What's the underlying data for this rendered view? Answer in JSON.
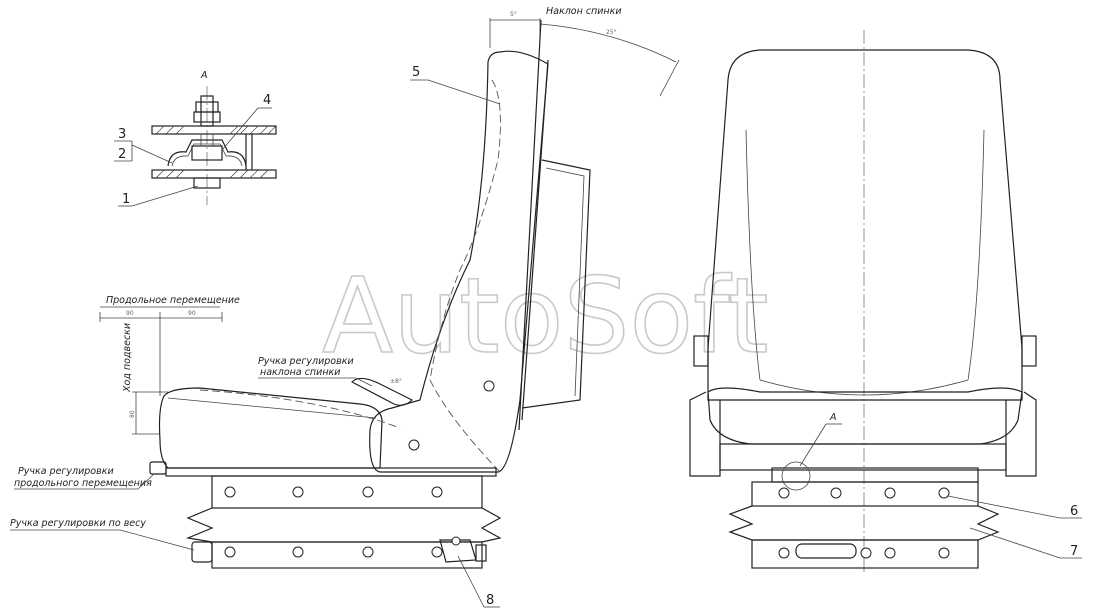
{
  "watermark": "AutoSoft",
  "detail_view": {
    "title": "А",
    "callouts": [
      "1",
      "2",
      "3",
      "4"
    ]
  },
  "side_view": {
    "callouts": [
      "5",
      "8"
    ],
    "labels": {
      "backrest_tilt": "Наклон спинки",
      "longitudinal_movement": "Продольное перемещение",
      "suspension_travel": "Ход подвески",
      "backrest_knob_line1": "Ручка регулировки",
      "backrest_knob_line2": "наклона спинки",
      "longitudinal_knob_line1": "Ручка регулировки",
      "longitudinal_knob_line2": "продольного перемещения",
      "weight_knob": "Ручка регулировки по весу"
    },
    "dimensions": {
      "tilt_small": "5°",
      "tilt_large": "25°",
      "long_back": "90",
      "long_fwd": "90",
      "susp_travel": "80",
      "knob_angle": "±8°"
    }
  },
  "front_view": {
    "view_ref": "А",
    "callouts": [
      "6",
      "7"
    ]
  }
}
